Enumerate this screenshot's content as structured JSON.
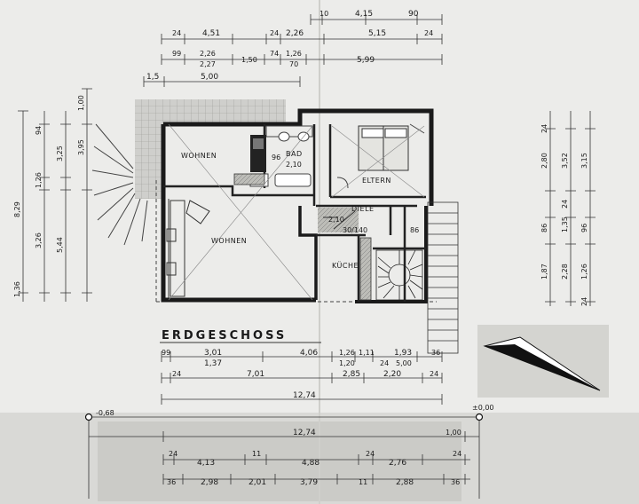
{
  "title": "ERDGESCHOSS",
  "rooms": {
    "wohnen_upper": "WOHNEN",
    "wohnen_main": "WOHNEN",
    "bad": "BAD",
    "bad_height": "2,10",
    "bad_small": "96",
    "eltern": "ELTERN",
    "diele": "DIELE",
    "diele_height": "2,10",
    "wand": "30/140",
    "kueche": "KÜCHE",
    "small_86": "86"
  },
  "dims_top": {
    "r1": [
      "4,15",
      "90",
      "10"
    ],
    "r2": [
      "24",
      "4,51",
      "24",
      "2,26",
      "5,15",
      "24"
    ],
    "r3": [
      "99",
      "2,26",
      "2,27",
      "1,50",
      "74",
      "1,26",
      "70",
      "5,99"
    ],
    "r4": [
      "1,5",
      "5,00"
    ]
  },
  "dims_bottom": {
    "r1": [
      "99",
      "3,01",
      "1,37",
      "4,06",
      "1,26",
      "1,20",
      "1,11",
      "24",
      "5,00",
      "1,93",
      "36"
    ],
    "r2": [
      "24",
      "7,01",
      "2,85",
      "2,20",
      "24"
    ],
    "r3": [
      "12,74"
    ],
    "ref_left": "-0,68",
    "ref_right": "±0,00",
    "r4": [
      "12,74",
      "1,00"
    ],
    "r5": [
      "24",
      "4,13",
      "11",
      "4,88",
      "24",
      "2,76",
      "24"
    ],
    "r6": [
      "36",
      "2,98",
      "2,01",
      "3,79",
      "11",
      "2,88",
      "36"
    ]
  },
  "dims_left": [
    "94",
    "3,25",
    "3,95",
    "8,29",
    "1,26",
    "5,44",
    "3,26",
    "1,36",
    "1,00"
  ],
  "dims_right": [
    "2,80",
    "3,52",
    "3,15",
    "1,35",
    "1,87",
    "2,28",
    "1,26",
    "86",
    "96",
    "24",
    "24",
    "24"
  ]
}
